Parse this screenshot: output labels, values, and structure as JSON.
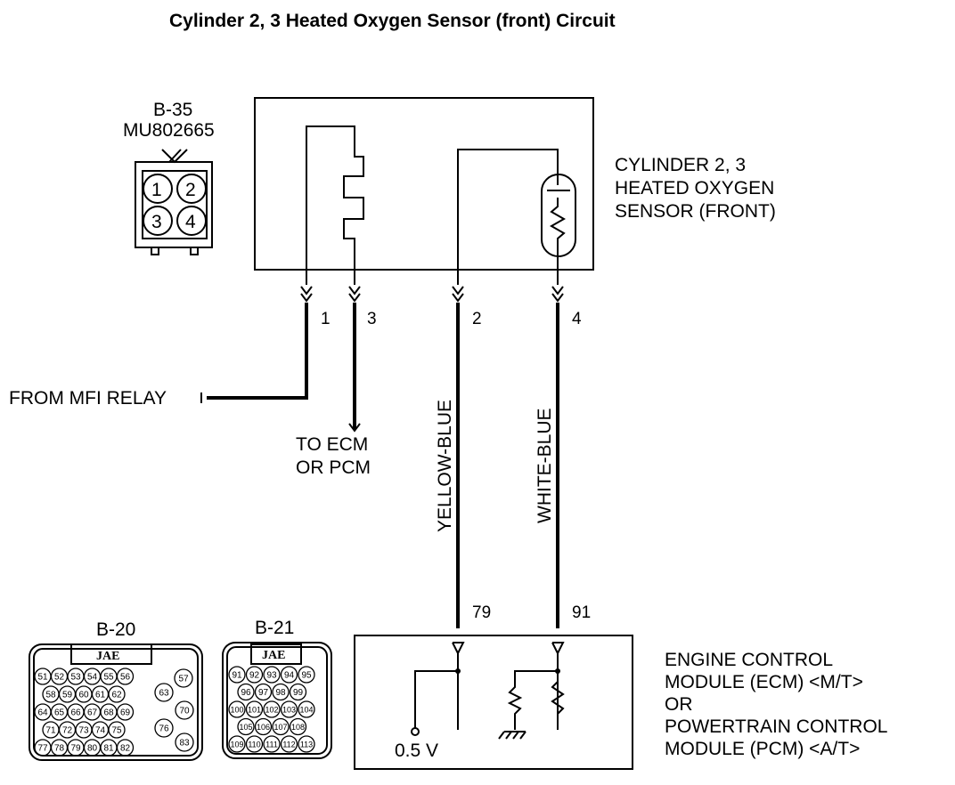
{
  "title": "Cylinder 2, 3 Heated Oxygen Sensor (front) Circuit",
  "connector_b35": {
    "id": "B-35",
    "part": "MU802665",
    "pins": [
      "1",
      "2",
      "3",
      "4"
    ]
  },
  "sensor": {
    "line1": "CYLINDER 2, 3",
    "line2": "HEATED OXYGEN",
    "line3": "SENSOR (FRONT)"
  },
  "sensor_pins": [
    "1",
    "3",
    "2",
    "4"
  ],
  "from_relay": "FROM MFI RELAY",
  "to_ecm": {
    "line1": "TO ECM",
    "line2": "OR PCM"
  },
  "wire_colors": {
    "pin2": "YELLOW-BLUE",
    "pin4": "WHITE-BLUE"
  },
  "ecm_pins": [
    "79",
    "91"
  ],
  "voltage": "0.5 V",
  "ecm": {
    "line1": "ENGINE CONTROL",
    "line2": "MODULE (ECM) <M/T>",
    "line3": "OR",
    "line4": "POWERTRAIN CONTROL",
    "line5": "MODULE (PCM) <A/T>"
  },
  "connector_b20": {
    "id": "B-20",
    "brand": "JAE",
    "rows": [
      [
        "51",
        "52",
        "53",
        "54",
        "55",
        "56"
      ],
      [
        "58",
        "59",
        "60",
        "61",
        "62"
      ],
      [
        "64",
        "65",
        "66",
        "67",
        "68",
        "69"
      ],
      [
        "71",
        "72",
        "73",
        "74",
        "75"
      ],
      [
        "77",
        "78",
        "79",
        "80",
        "81",
        "82"
      ]
    ],
    "side": [
      "57",
      "63",
      "70",
      "76",
      "83"
    ]
  },
  "connector_b21": {
    "id": "B-21",
    "brand": "JAE",
    "rows": [
      [
        "91",
        "92",
        "93",
        "94",
        "95"
      ],
      [
        "96",
        "97",
        "98",
        "99"
      ],
      [
        "100",
        "101",
        "102",
        "103",
        "104"
      ],
      [
        "105",
        "106",
        "107",
        "108"
      ],
      [
        "109",
        "110",
        "111",
        "112",
        "113"
      ]
    ]
  }
}
